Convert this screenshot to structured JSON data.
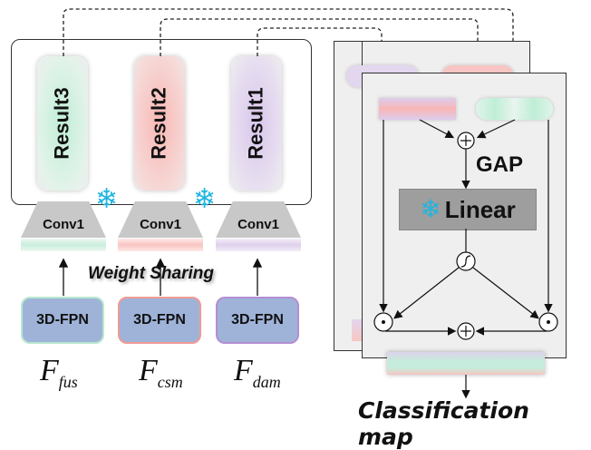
{
  "left_panel": {
    "branches": [
      {
        "result_label": "Result3",
        "conv_label": "Conv1",
        "fpn_label": "3D-FPN",
        "feature_symbol": "F",
        "feature_subscript": "fus",
        "color": "#c9eedc",
        "border_color": "#b7e7cf"
      },
      {
        "result_label": "Result2",
        "conv_label": "Conv1",
        "fpn_label": "3D-FPN",
        "feature_symbol": "F",
        "feature_subscript": "csm",
        "color": "#f9c6c3",
        "border_color": "#f19a94"
      },
      {
        "result_label": "Result1",
        "conv_label": "Conv1",
        "fpn_label": "3D-FPN",
        "feature_symbol": "F",
        "feature_subscript": "dam",
        "color": "#ddd0ec",
        "border_color": "#b48ed3"
      }
    ],
    "weight_sharing_label": "Weight Sharing",
    "frozen_icon": "snowflake-icon"
  },
  "right_panel": {
    "gap_label": "GAP",
    "linear_label": "Linear",
    "add_op": "⊕",
    "mul_op": "⊙",
    "sigmoid_op": "sigmoid",
    "output_label": "Classification map"
  },
  "colors": {
    "snowflake": "#1fb5e0",
    "conv": "#c8c8c8",
    "fpn": "#9fb3d9",
    "linear": "#9e9e9e",
    "card": "#efefef"
  }
}
